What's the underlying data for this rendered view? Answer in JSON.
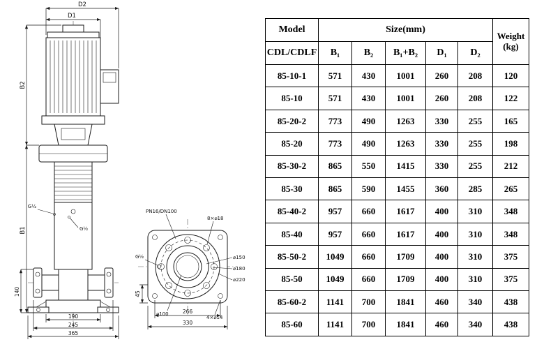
{
  "table": {
    "header": {
      "model": "Model",
      "model_sub": "CDL/CDLF",
      "size_group": "Size(mm)",
      "weight_line1": "Weight",
      "weight_line2": "(kg)",
      "cols": [
        "B₁",
        "B₂",
        "B₁+B₂",
        "D₁",
        "D₂"
      ]
    },
    "rows": [
      {
        "model": "85-10-1",
        "b1": "571",
        "b2": "430",
        "b1b2": "1001",
        "d1": "260",
        "d2": "208",
        "weight": "120"
      },
      {
        "model": "85-10",
        "b1": "571",
        "b2": "430",
        "b1b2": "1001",
        "d1": "260",
        "d2": "208",
        "weight": "122"
      },
      {
        "model": "85-20-2",
        "b1": "773",
        "b2": "490",
        "b1b2": "1263",
        "d1": "330",
        "d2": "255",
        "weight": "165"
      },
      {
        "model": "85-20",
        "b1": "773",
        "b2": "490",
        "b1b2": "1263",
        "d1": "330",
        "d2": "255",
        "weight": "198"
      },
      {
        "model": "85-30-2",
        "b1": "865",
        "b2": "550",
        "b1b2": "1415",
        "d1": "330",
        "d2": "255",
        "weight": "212"
      },
      {
        "model": "85-30",
        "b1": "865",
        "b2": "590",
        "b1b2": "1455",
        "d1": "360",
        "d2": "285",
        "weight": "265"
      },
      {
        "model": "85-40-2",
        "b1": "957",
        "b2": "660",
        "b1b2": "1617",
        "d1": "400",
        "d2": "310",
        "weight": "348"
      },
      {
        "model": "85-40",
        "b1": "957",
        "b2": "660",
        "b1b2": "1617",
        "d1": "400",
        "d2": "310",
        "weight": "348"
      },
      {
        "model": "85-50-2",
        "b1": "1049",
        "b2": "660",
        "b1b2": "1709",
        "d1": "400",
        "d2": "310",
        "weight": "375"
      },
      {
        "model": "85-50",
        "b1": "1049",
        "b2": "660",
        "b1b2": "1709",
        "d1": "400",
        "d2": "310",
        "weight": "375"
      },
      {
        "model": "85-60-2",
        "b1": "1141",
        "b2": "700",
        "b1b2": "1841",
        "d1": "460",
        "d2": "340",
        "weight": "438"
      },
      {
        "model": "85-60",
        "b1": "1141",
        "b2": "700",
        "b1b2": "1841",
        "d1": "460",
        "d2": "340",
        "weight": "438"
      }
    ]
  },
  "drawing": {
    "dims": {
      "d2": "D2",
      "d1": "D1",
      "b2": "B2",
      "b1": "B1",
      "h140": "140",
      "w190": "190",
      "w245": "245",
      "w365": "365"
    },
    "plugs": {
      "a": "G½",
      "b": "G½"
    },
    "flange": {
      "title": "PN16/DN100",
      "bolt_holes": "8×⌀18",
      "c150": "⌀150",
      "c180": "⌀180",
      "c220": "⌀220",
      "c100": "⌀100",
      "w266": "266",
      "w330": "330",
      "corner_holes": "4×⌀14",
      "h45": "45",
      "plug": "G½"
    }
  }
}
